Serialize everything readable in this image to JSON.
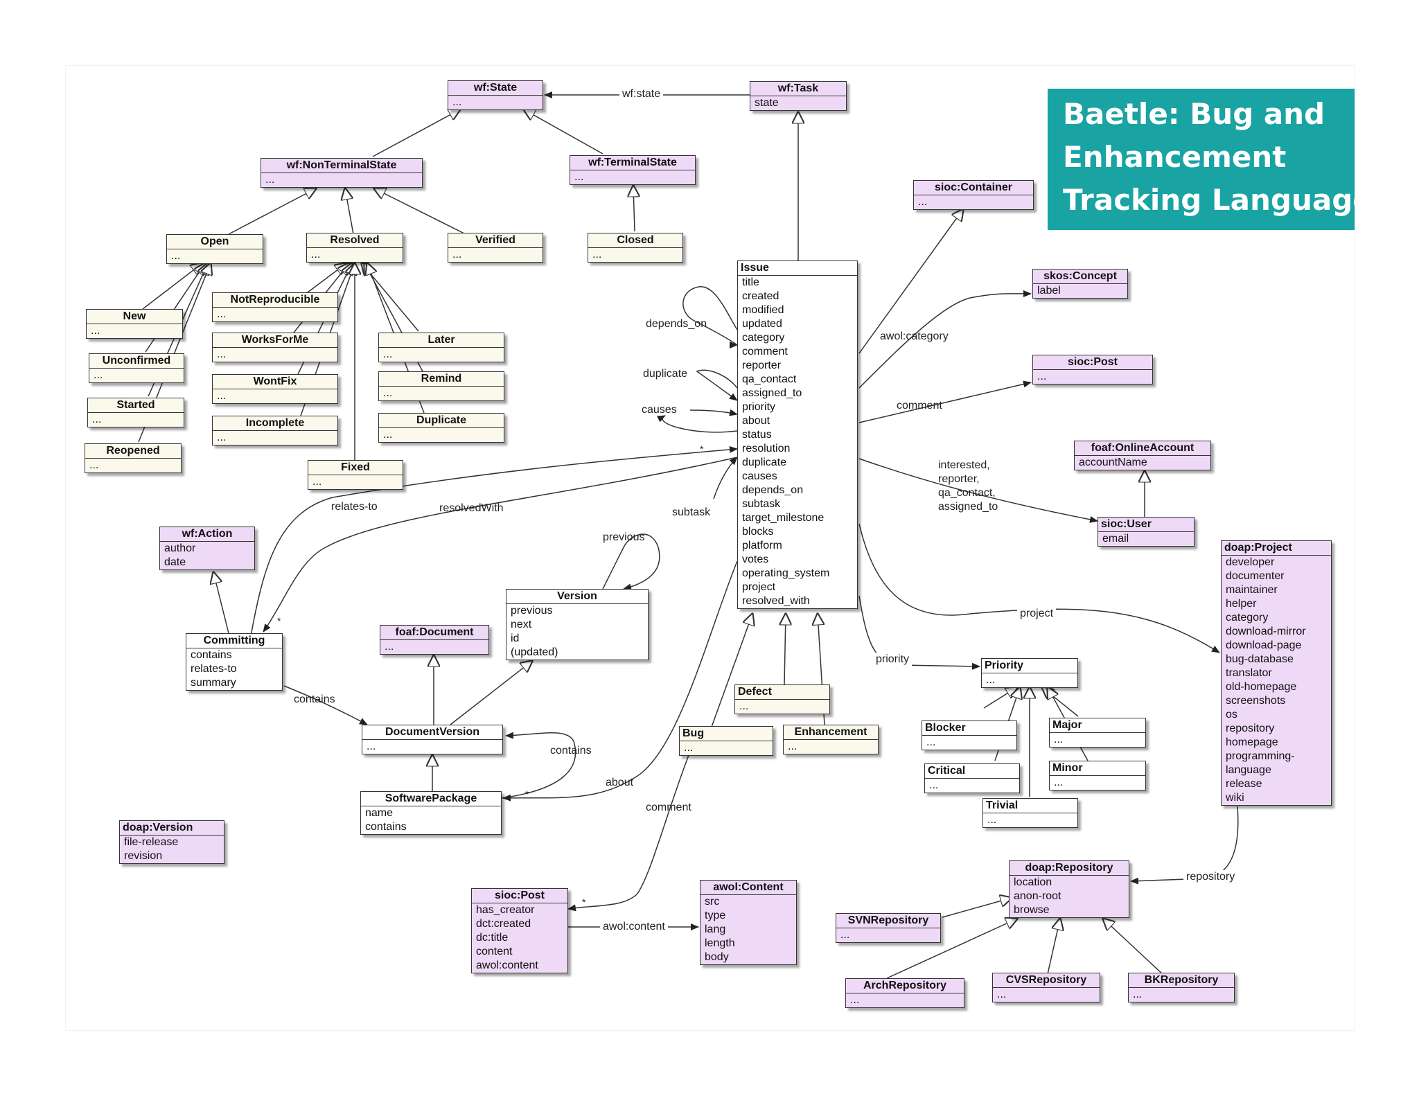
{
  "title": {
    "lines": [
      "Baetle: Bug and",
      "Enhancement",
      "Tracking Language"
    ],
    "background": "#1aa3a3"
  },
  "colors": {
    "external_class": "#eed9f7",
    "state_class": "#fbf9ec",
    "core_class": "#ffffff"
  },
  "classes": {
    "wf_state": {
      "name": "wf:State",
      "attrs": [
        "..."
      ]
    },
    "wf_task": {
      "name": "wf:Task",
      "attrs": [
        "state"
      ]
    },
    "wf_nonterminal": {
      "name": "wf:NonTerminalState",
      "attrs": [
        "..."
      ]
    },
    "wf_terminal": {
      "name": "wf:TerminalState",
      "attrs": [
        "..."
      ]
    },
    "open": {
      "name": "Open",
      "attrs": [
        "..."
      ]
    },
    "resolved": {
      "name": "Resolved",
      "attrs": [
        "..."
      ]
    },
    "verified": {
      "name": "Verified",
      "attrs": [
        "..."
      ]
    },
    "closed": {
      "name": "Closed",
      "attrs": [
        "..."
      ]
    },
    "new": {
      "name": "New",
      "attrs": [
        "..."
      ]
    },
    "unconfirmed": {
      "name": "Unconfirmed",
      "attrs": [
        "..."
      ]
    },
    "started": {
      "name": "Started",
      "attrs": [
        "..."
      ]
    },
    "reopened": {
      "name": "Reopened",
      "attrs": [
        "..."
      ]
    },
    "notreproducible": {
      "name": "NotReproducible",
      "attrs": [
        "..."
      ]
    },
    "worksforme": {
      "name": "WorksForMe",
      "attrs": [
        "..."
      ]
    },
    "wontfix": {
      "name": "WontFix",
      "attrs": [
        "..."
      ]
    },
    "incomplete": {
      "name": "Incomplete",
      "attrs": [
        "..."
      ]
    },
    "fixed": {
      "name": "Fixed",
      "attrs": [
        "..."
      ]
    },
    "later": {
      "name": "Later",
      "attrs": [
        "..."
      ]
    },
    "remind": {
      "name": "Remind",
      "attrs": [
        "..."
      ]
    },
    "duplicate": {
      "name": "Duplicate",
      "attrs": [
        "..."
      ]
    },
    "issue": {
      "name": "Issue",
      "attrs": [
        "title",
        "created",
        "modified",
        "updated",
        "category",
        "comment",
        "reporter",
        "qa_contact",
        "assigned_to",
        "priority",
        "about",
        "status",
        "resolution",
        "duplicate",
        "causes",
        "depends_on",
        "subtask",
        "target_milestone",
        "blocks",
        "platform",
        "votes",
        "operating_system",
        "project",
        "resolved_with"
      ]
    },
    "sioc_container": {
      "name": "sioc:Container",
      "attrs": [
        "..."
      ]
    },
    "skos_concept": {
      "name": "skos:Concept",
      "attrs": [
        "label"
      ]
    },
    "sioc_post_top": {
      "name": "sioc:Post",
      "attrs": [
        "..."
      ]
    },
    "foaf_onlineaccount": {
      "name": "foaf:OnlineAccount",
      "attrs": [
        "accountName"
      ]
    },
    "sioc_user": {
      "name": "sioc:User",
      "attrs": [
        "email"
      ]
    },
    "doap_project": {
      "name": "doap:Project",
      "attrs": [
        "developer",
        "documenter",
        "maintainer",
        "helper",
        "category",
        "download-mirror",
        "download-page",
        "bug-database",
        "translator",
        "old-homepage",
        "screenshots",
        "os",
        "repository",
        "homepage",
        "programming-",
        "language",
        "release",
        "wiki"
      ]
    },
    "wf_action": {
      "name": "wf:Action",
      "attrs": [
        "author",
        "date"
      ]
    },
    "committing": {
      "name": "Committing",
      "attrs": [
        "contains",
        "relates-to",
        "summary"
      ]
    },
    "version": {
      "name": "Version",
      "attrs": [
        "previous",
        "next",
        "id",
        "(updated)"
      ]
    },
    "foaf_document": {
      "name": "foaf:Document",
      "attrs": [
        "..."
      ]
    },
    "documentversion": {
      "name": "DocumentVersion",
      "attrs": [
        "..."
      ]
    },
    "softwarepackage": {
      "name": "SoftwarePackage",
      "attrs": [
        "name",
        "contains"
      ]
    },
    "doap_version": {
      "name": "doap:Version",
      "attrs": [
        "file-release",
        "revision"
      ]
    },
    "defect": {
      "name": "Defect",
      "attrs": [
        "..."
      ]
    },
    "bug": {
      "name": "Bug",
      "attrs": [
        "..."
      ]
    },
    "enhancement": {
      "name": "Enhancement",
      "attrs": [
        "..."
      ]
    },
    "priority": {
      "name": "Priority",
      "attrs": [
        "..."
      ]
    },
    "blocker": {
      "name": "Blocker",
      "attrs": [
        "..."
      ]
    },
    "critical": {
      "name": "Critical",
      "attrs": [
        "..."
      ]
    },
    "major": {
      "name": "Major",
      "attrs": [
        "..."
      ]
    },
    "minor": {
      "name": "Minor",
      "attrs": [
        "..."
      ]
    },
    "trivial": {
      "name": "Trivial",
      "attrs": [
        "..."
      ]
    },
    "doap_repository": {
      "name": "doap:Repository",
      "attrs": [
        "location",
        "anon-root",
        "browse"
      ]
    },
    "svnrepository": {
      "name": "SVNRepository",
      "attrs": [
        "..."
      ]
    },
    "archrepository": {
      "name": "ArchRepository",
      "attrs": [
        "..."
      ]
    },
    "cvsrepository": {
      "name": "CVSRepository",
      "attrs": [
        "..."
      ]
    },
    "bkrepository": {
      "name": "BKRepository",
      "attrs": [
        "..."
      ]
    },
    "sioc_post_bottom": {
      "name": "sioc:Post",
      "attrs": [
        "has_creator",
        "dct:created",
        "dc:title",
        "content",
        "awol:content"
      ]
    },
    "awol_content": {
      "name": "awol:Content",
      "attrs": [
        "src",
        "type",
        "lang",
        "length",
        "body"
      ]
    }
  },
  "edge_labels": {
    "wf_state": "wf:state",
    "depends_on": "depends_on",
    "duplicate": "duplicate",
    "causes": "causes",
    "subtask": "subtask",
    "relates_to": "relates-to",
    "resolved_with": "resolvedWith",
    "previous": "previous",
    "contains_commit": "contains",
    "contains_pkg": "contains",
    "about": "about",
    "comment_bug": "comment",
    "awol_category": "awol:category",
    "comment_issue": "comment",
    "interested": "interested,\nreporter,\nqa_contact,\nassigned_to",
    "project": "project",
    "priority": "priority",
    "repository": "repository",
    "awol_content": "awol:content"
  },
  "multiplicity": "*"
}
